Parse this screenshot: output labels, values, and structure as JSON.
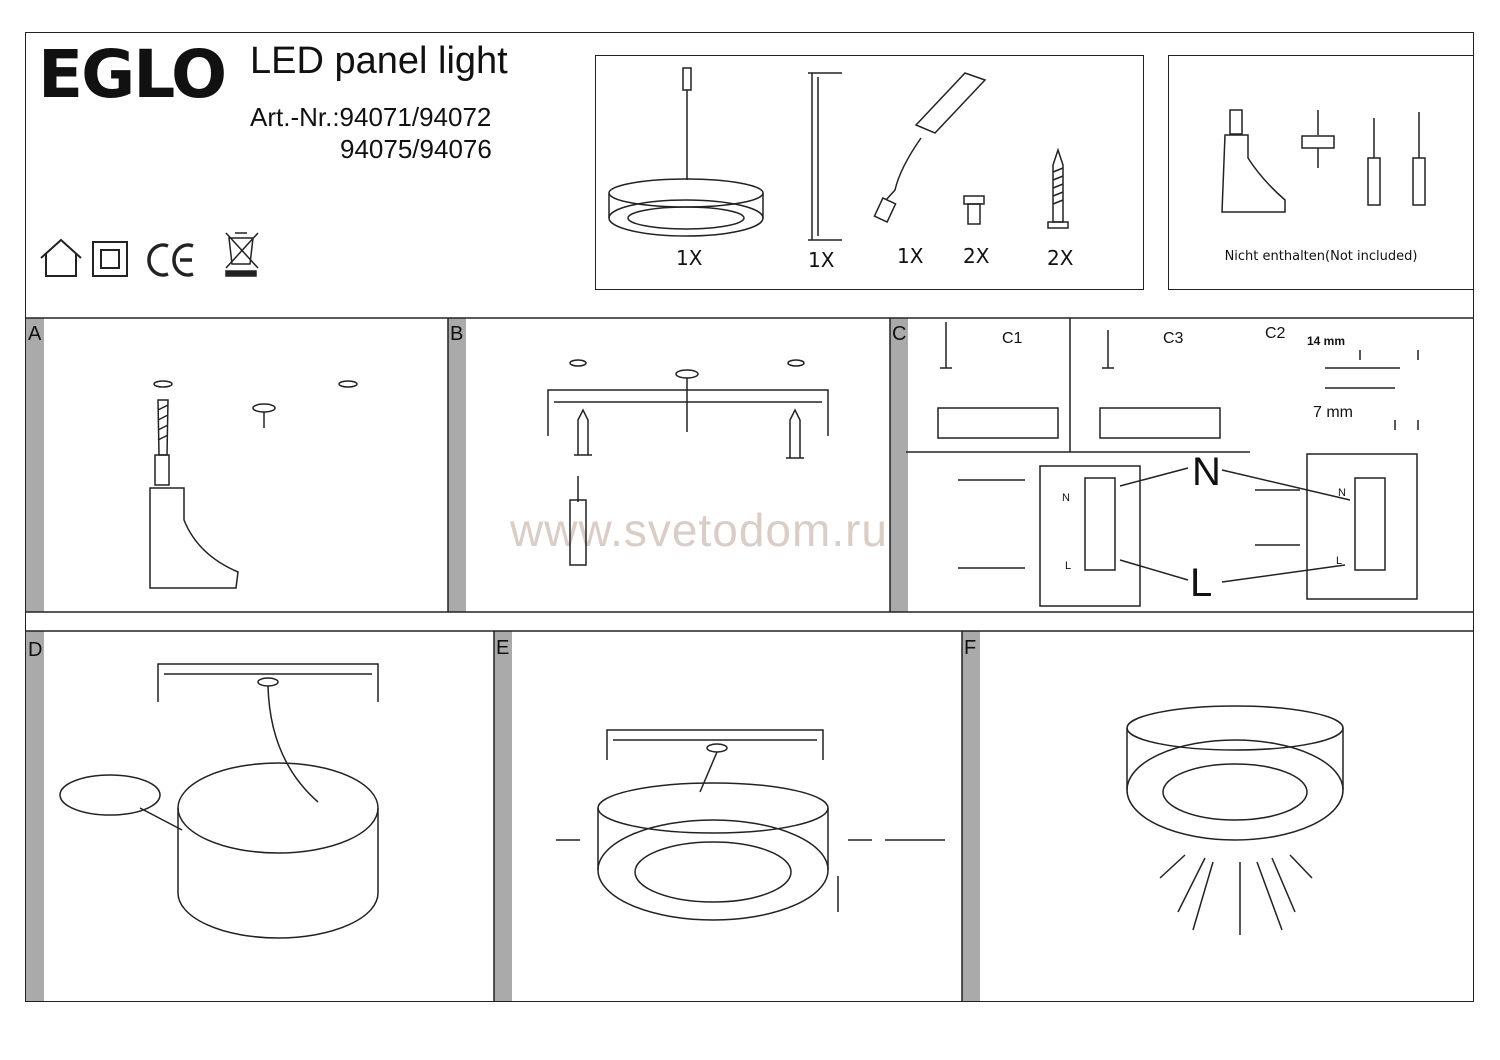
{
  "brand": {
    "logo": "EGLO"
  },
  "product": {
    "title": "LED panel light",
    "article_line1": "Art.-Nr.:94071/94072",
    "article_line2": "94075/94076"
  },
  "symbols": [
    "indoor-house-icon",
    "class-ii-double-square-icon",
    "ce-mark-icon",
    "weee-crossed-bin-icon"
  ],
  "contents": {
    "quantities": [
      "1X",
      "1X",
      "1X",
      "2X",
      "2X"
    ]
  },
  "tools": {
    "not_included": "Nicht enthalten(Not included)"
  },
  "steps": {
    "a": "A",
    "b": "B",
    "c": "C",
    "d": "D",
    "e": "E",
    "f": "F"
  },
  "substeps": {
    "c1": "C1",
    "c3": "C3",
    "c2": "C2"
  },
  "dimensions": {
    "strip_outer": "14 mm",
    "strip_inner": "7 mm"
  },
  "terminals": {
    "neutral": "N",
    "live": "L",
    "n_small": "N",
    "l_small": "L"
  },
  "watermark": "www.svetodom.ru"
}
